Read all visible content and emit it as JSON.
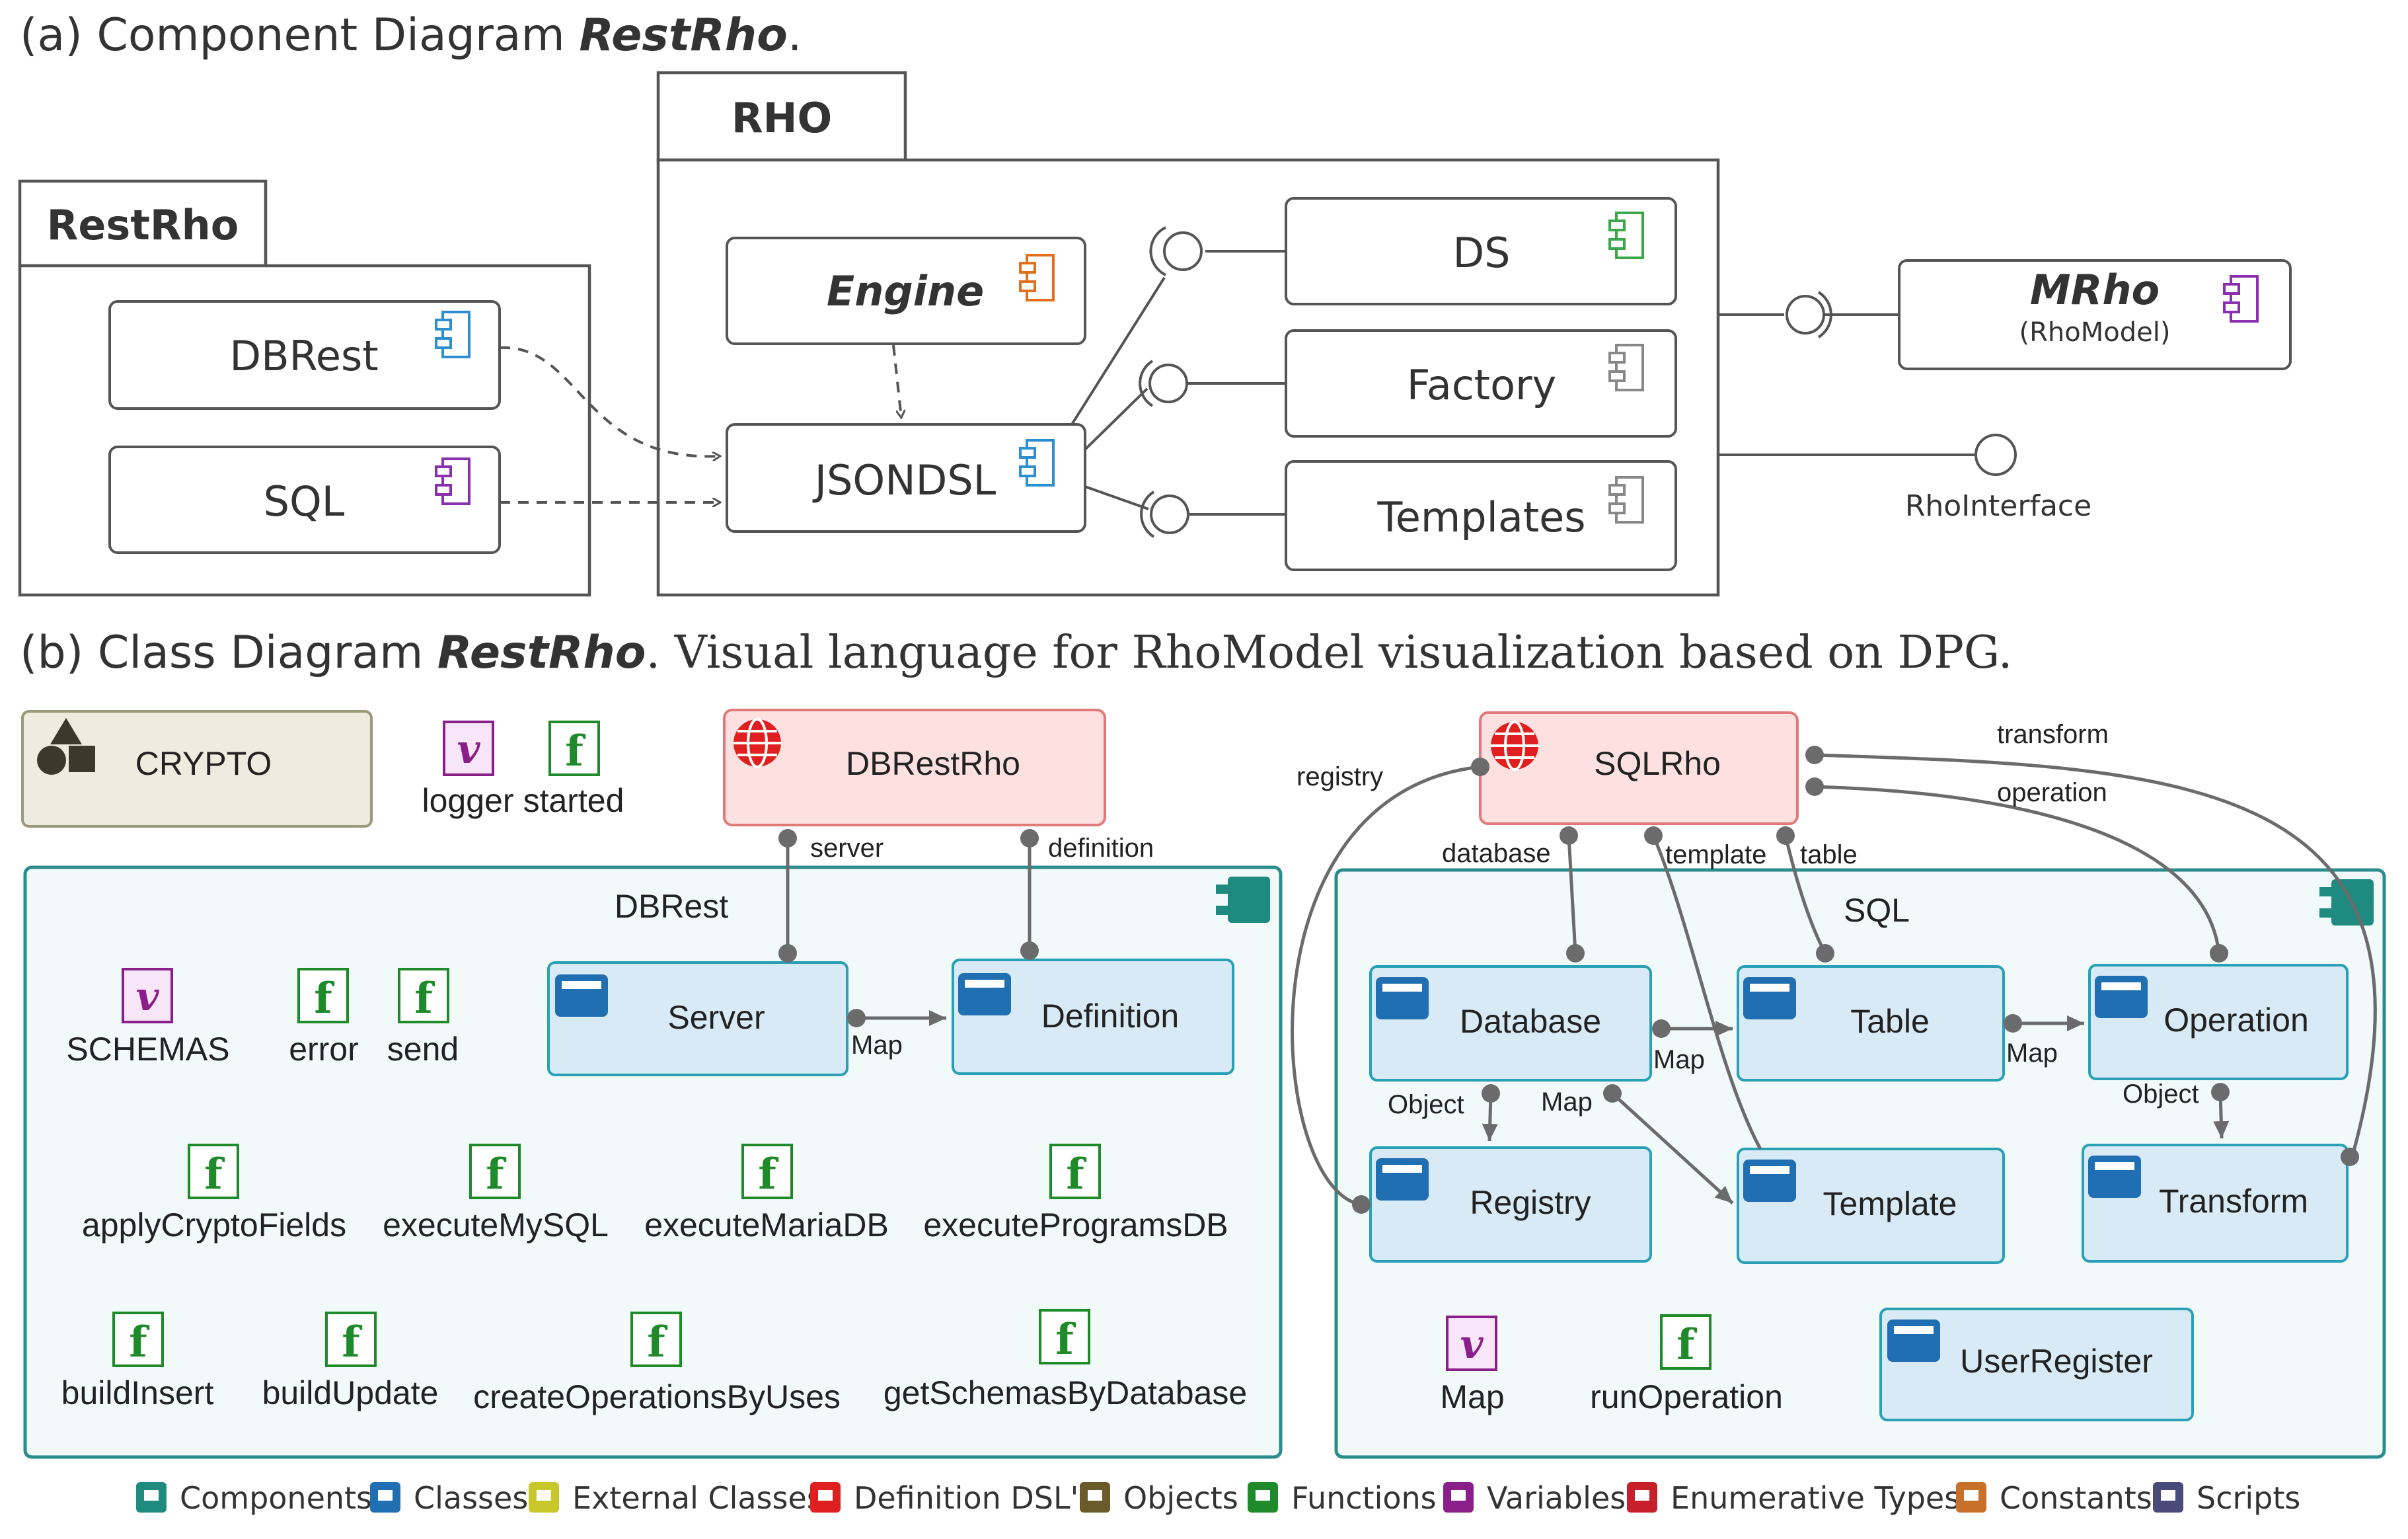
{
  "part_a": {
    "caption_prefix": "(a) Component Diagram ",
    "caption_emph": "RestRho",
    "caption_suffix": ".",
    "packages": {
      "restrho": "RestRho",
      "rho": "RHO"
    },
    "components": {
      "dbrest": "DBRest",
      "sql": "SQL",
      "engine": "Engine",
      "jsondsl": "JSONDSL",
      "ds": "DS",
      "factory": "Factory",
      "templates": "Templates",
      "mrho": "MRho",
      "mrho_sub": "(RhoModel)"
    },
    "interface": "RhoInterface"
  },
  "part_b": {
    "caption_prefix": "(b) Class Diagram ",
    "caption_emph": "RestRho",
    "caption_suffix": ". Visual language for RhoModel visualization based on DPG.",
    "crypto": "CRYPTO",
    "logger": "logger",
    "started": "started",
    "dbrestrho": "DBRestRho",
    "sqlrho": "SQLRho",
    "edge_labels": {
      "server": "server",
      "definition": "definition",
      "registry": "registry",
      "database": "database",
      "template": "template",
      "table": "table",
      "transform": "transform",
      "operation": "operation",
      "map1": "Map",
      "map2": "Map",
      "map3": "Map",
      "map4": "Map",
      "object1": "Object",
      "object2": "Object"
    },
    "dbrest_pkg": {
      "title": "DBRest",
      "schemas": "SCHEMAS",
      "error": "error",
      "send": "send",
      "server": "Server",
      "definition": "Definition",
      "functions_row1": [
        "applyCryptoFields",
        "executeMySQL",
        "executeMariaDB",
        "executeProgramsDB"
      ],
      "functions_row2": [
        "buildInsert",
        "buildUpdate",
        "createOperationsByUses",
        "getSchemasByDatabase"
      ]
    },
    "sql_pkg": {
      "title": "SQL",
      "database": "Database",
      "table": "Table",
      "operation": "Operation",
      "registry": "Registry",
      "template": "Template",
      "transform": "Transform",
      "map_var": "Map",
      "run_operation": "runOperation",
      "user_register": "UserRegister"
    },
    "legend": [
      {
        "label": "Components",
        "color": "#1f8a80",
        "icon": "component-icon"
      },
      {
        "label": "Classes",
        "color": "#1f6fb2",
        "icon": "class-icon"
      },
      {
        "label": "External Classes",
        "color": "#c8c82a",
        "icon": "external-class-icon"
      },
      {
        "label": "Definition DSL's",
        "color": "#e02020",
        "icon": "globe-icon"
      },
      {
        "label": "Objects",
        "color": "#6b5a2a",
        "icon": "object-icon"
      },
      {
        "label": "Functions",
        "color": "#1f8a2a",
        "icon": "function-icon"
      },
      {
        "label": "Variables",
        "color": "#8a1f8a",
        "icon": "variable-icon"
      },
      {
        "label": "Enumerative Types",
        "color": "#c8202a",
        "icon": "enum-icon"
      },
      {
        "label": "Constants",
        "color": "#c8702a",
        "icon": "constant-icon"
      },
      {
        "label": "Scripts",
        "color": "#4a4a7a",
        "icon": "script-icon"
      }
    ]
  }
}
